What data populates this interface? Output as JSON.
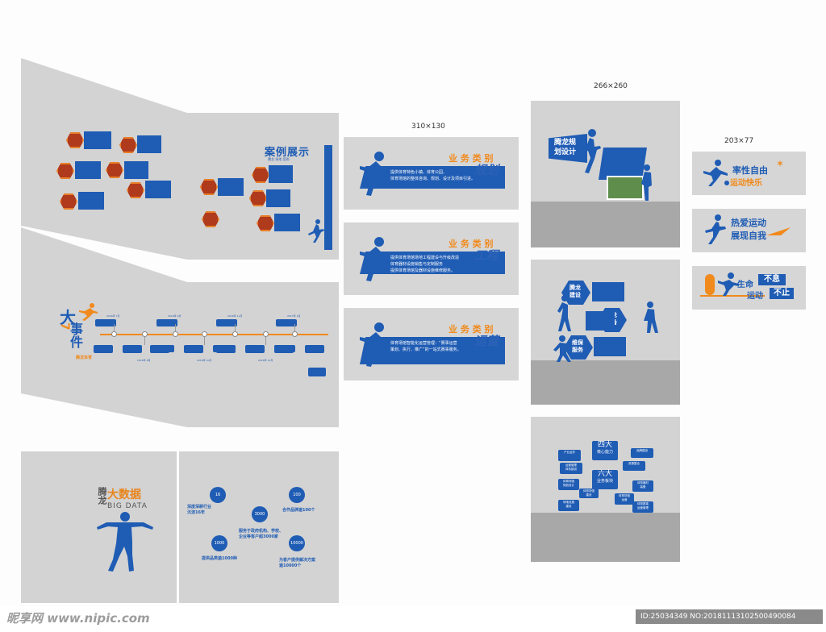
{
  "case_display": {
    "title": "案例展示",
    "subtitle": "腾龙 场地 案例"
  },
  "events": {
    "title_big": "大",
    "title_chars": "事件",
    "subtitle": "腾龙体育",
    "years": [
      "2016年 7月",
      "2016年 8月",
      "2016年 9月",
      "2016年 10月",
      "2016年 11月",
      "2016年 12月",
      "2017年 1月"
    ]
  },
  "dims": {
    "business": "310×130",
    "team": "266×260",
    "slogans": "203×77"
  },
  "business": [
    {
      "title": "业 务 类 别",
      "script": "规划",
      "text": "提供体育特色小镇、体育公园、\n体育场馆的整体咨询、规划、设计及项目引进。"
    },
    {
      "title": "业 务 类 别",
      "script": "工程",
      "text": "提供体育场馆场地工程建设与升级改造\n体育器材设施销售与定制服务\n提供体育场馆及器材设施维修服务。"
    },
    {
      "title": "业 务 类 别",
      "script": "运营",
      "text": "体育场馆智能化运营管理：“赛事运营\n策划、执行、推广”的一站式赛事服务。"
    }
  ],
  "design": {
    "title_line1": "腾龙规",
    "title_line2": "划设计"
  },
  "services": {
    "build": "腾龙\n建设",
    "equip": "腾龙\n装备",
    "maintain": "维保\n服务"
  },
  "capability": {
    "four": "四大",
    "four_sub": "核心能力",
    "six": "六大",
    "six_sub": "业务板块",
    "items_left": [
      "产业运作",
      "运营管理\n体系建设"
    ],
    "items_right": [
      "品牌建设",
      "资源整合"
    ],
    "items_bottom_left": [
      "体育场馆\n规划设计",
      "体育场馆\n建设",
      "场地设施\n建设"
    ],
    "items_bottom_right": [
      "体育器材\n装备",
      "体育场馆\n运营",
      "体育赛事\n运营管理"
    ]
  },
  "slogans": [
    {
      "a": "率性自由",
      "b": "运动快乐"
    },
    {
      "a": "热爱运动",
      "b": "展现自我"
    },
    {
      "a": "生命",
      "b": "不息",
      "c": "运动",
      "d": "不止"
    }
  ],
  "bigdata": {
    "brand": "腾龙",
    "title": "大数据",
    "en": "BIG DATA",
    "stats": [
      {
        "num": "16",
        "label": "深度深耕行业\n沉淀16年"
      },
      {
        "num": "100",
        "label": "合作品牌逾100个"
      },
      {
        "num": "3000",
        "label": "服务于政府机构、学校、\n企业等客户超3000家"
      },
      {
        "num": "1000",
        "label": "提供品类逾1000种"
      },
      {
        "num": "10000",
        "label": "为客户提供解决方案\n逾10000个"
      }
    ]
  },
  "watermark": {
    "left": "昵享网 www.nipic.com",
    "right": "ID:25034349 NO:20181113102500490084"
  },
  "colors": {
    "blue": "#1f5cb4",
    "orange": "#f08a1c",
    "panel": "#d3d3d3"
  }
}
